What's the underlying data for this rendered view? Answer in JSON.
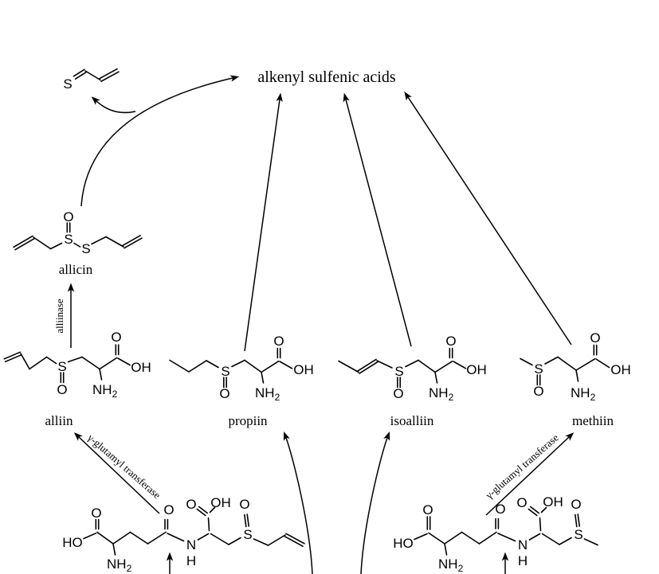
{
  "figure": {
    "title": "alkenyl sulfenic acids",
    "background_color": "#ffffff",
    "ink_color": "#000000"
  },
  "enzymes": {
    "alliinase": "alliinase",
    "ggt_left": "γ-glutamyl transferase",
    "ggt_right": "γ-glutamyl transferase"
  },
  "compounds": {
    "thioacrolein": {
      "atoms": {
        "s": "S"
      }
    },
    "allicin": {
      "label": "allicin",
      "atoms": {
        "o": "O",
        "s1": "S",
        "s2": "S"
      }
    },
    "alliin": {
      "label": "alliin",
      "atoms": {
        "s": "S",
        "o_sulfoxide": "O",
        "nh_main": "NH",
        "nh_sub": "2",
        "o_carbonyl": "O",
        "oh": "OH"
      }
    },
    "propiin": {
      "label": "propiin",
      "atoms": {
        "s": "S",
        "o_sulfoxide": "O",
        "nh_main": "NH",
        "nh_sub": "2",
        "o_carbonyl": "O",
        "oh": "OH"
      }
    },
    "isoalliin": {
      "label": "isoalliin",
      "atoms": {
        "s": "S",
        "o_sulfoxide": "O",
        "nh_main": "NH",
        "nh_sub": "2",
        "o_carbonyl": "O",
        "oh": "OH"
      }
    },
    "methiin": {
      "label": "methiin",
      "atoms": {
        "s": "S",
        "o_sulfoxide": "O",
        "nh_main": "NH",
        "nh_sub": "2",
        "o_carbonyl": "O",
        "oh": "OH"
      }
    },
    "glutamyl_allyl": {
      "atoms": {
        "ho": "HO",
        "o_acid": "O",
        "nh_main": "NH",
        "nh_sub": "2",
        "o_amide": "O",
        "n": "N",
        "h": "H",
        "o_acid2": "O",
        "oh": "OH",
        "o_sulfoxide": "O",
        "s": "S"
      }
    },
    "glutamyl_methyl": {
      "atoms": {
        "ho": "HO",
        "o_acid": "O",
        "nh_main": "NH",
        "nh_sub": "2",
        "o_amide": "O",
        "n": "N",
        "h": "H",
        "o_acid2": "O",
        "oh": "OH",
        "o_sulfoxide": "O",
        "s": "S"
      }
    }
  }
}
